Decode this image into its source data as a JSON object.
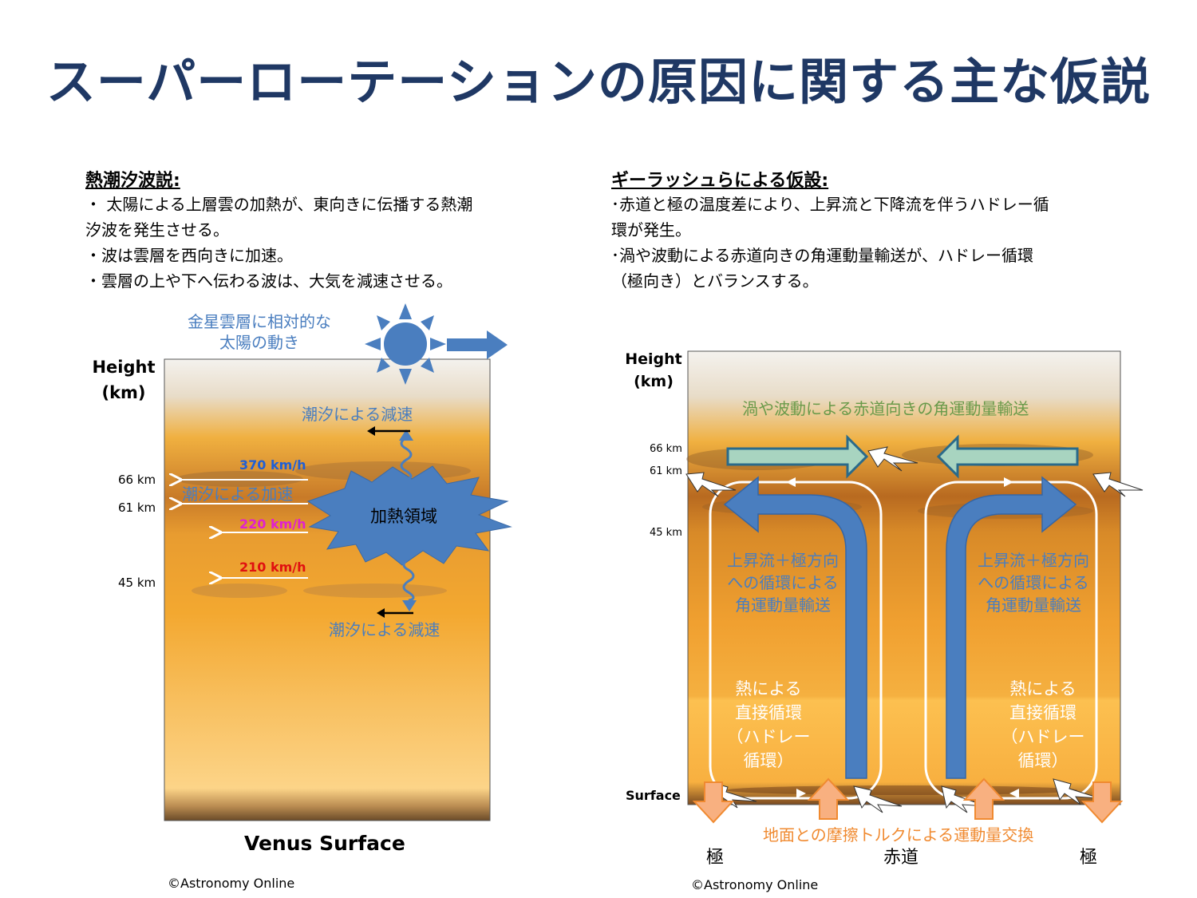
{
  "title": "スーパーローテーションの原因に関する主な仮説",
  "left": {
    "heading": "熱潮汐波説:",
    "bullets": [
      "・ 太陽による上層雲の加熱が、東向きに伝播する熱潮",
      "汐波を発生させる。",
      "・波は雲層を西向きに加速。",
      "・雲層の上や下へ伝わる波は、大気を減速させる。"
    ],
    "sun_label": [
      "金星雲層に相対的な",
      "太陽の動き"
    ],
    "axis_label": [
      "Height",
      "(km)"
    ],
    "km_labels": [
      "66 km",
      "61 km",
      "45 km"
    ],
    "speeds": [
      "370 km/h",
      "220 km/h",
      "210 km/h"
    ],
    "decel_top": "潮汐による減速",
    "accel": "潮汐による加速",
    "heating": "加熱領域",
    "decel_bottom": "潮汐による減速",
    "surface_label": "Venus Surface",
    "credit": "©Astronomy Online",
    "colors": {
      "speed_370": "#1f5fd6",
      "speed_220": "#e020d0",
      "speed_210": "#e01010",
      "accent": "#4a7ebf"
    }
  },
  "right": {
    "heading": "ギーラッシュらによる仮設:",
    "bullets": [
      "･赤道と極の温度差により、上昇流と下降流を伴うハドレー循",
      "環が発生。",
      "･渦や波動による赤道向きの角運動量輸送が、ハドレー循環",
      "（極向き）とバランスする。"
    ],
    "axis_label": [
      "Height",
      "(km)"
    ],
    "km_labels": [
      "66 km",
      "61 km",
      "45 km"
    ],
    "surface": "Surface",
    "top_label": "渦や波動による赤道向きの角運動量輸送",
    "updraft_label": [
      "上昇流＋極方向",
      "への循環による",
      "角運動量輸送"
    ],
    "hadley_label": [
      "熱による",
      "直接循環",
      "（ハドレー",
      "循環）"
    ],
    "friction": "地面との摩擦トルクによる運動量交換",
    "x_labels": [
      "極",
      "赤道",
      "極"
    ],
    "credit": "©Astronomy Online",
    "colors": {
      "top_text": "#6a9a4a",
      "friction": "#f08a30",
      "arrow": "#4a7ebf"
    }
  }
}
